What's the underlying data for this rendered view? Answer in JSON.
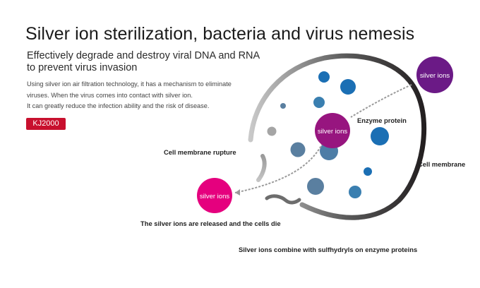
{
  "header": {
    "title": "Silver ion sterilization, bacteria and virus nemesis",
    "subtitle_lines": [
      "Effectively degrade and destroy viral DNA and RNA",
      "to prevent virus invasion"
    ],
    "body_lines": [
      "Using silver ion air filtration technology, it has a mechanism to eliminate",
      "viruses. When the virus comes into contact with silver ion.",
      "It can greatly reduce the infection ability and the risk of disease."
    ],
    "badge": "KJ2000"
  },
  "diagram": {
    "ions": [
      {
        "label": "silver ions",
        "color": "#6b1a86"
      },
      {
        "label": "silver ions",
        "color": "#97157f"
      },
      {
        "label": "silver ions",
        "color": "#e5007e"
      }
    ],
    "labels": {
      "enzyme_protein": "Enzyme protein",
      "cell_membrane_rupture": "Cell membrane rupture",
      "cell_membrane": "Cell membrane",
      "released": "The silver ions are released and the cells die",
      "combine": "Silver ions combine with sulfhydryls on enzyme proteins"
    },
    "colors": {
      "blue": "#1b6fb4",
      "steel": "#5a7fa0",
      "membrane_dark": "#231f20",
      "membrane_light": "#b5b5b5"
    }
  }
}
